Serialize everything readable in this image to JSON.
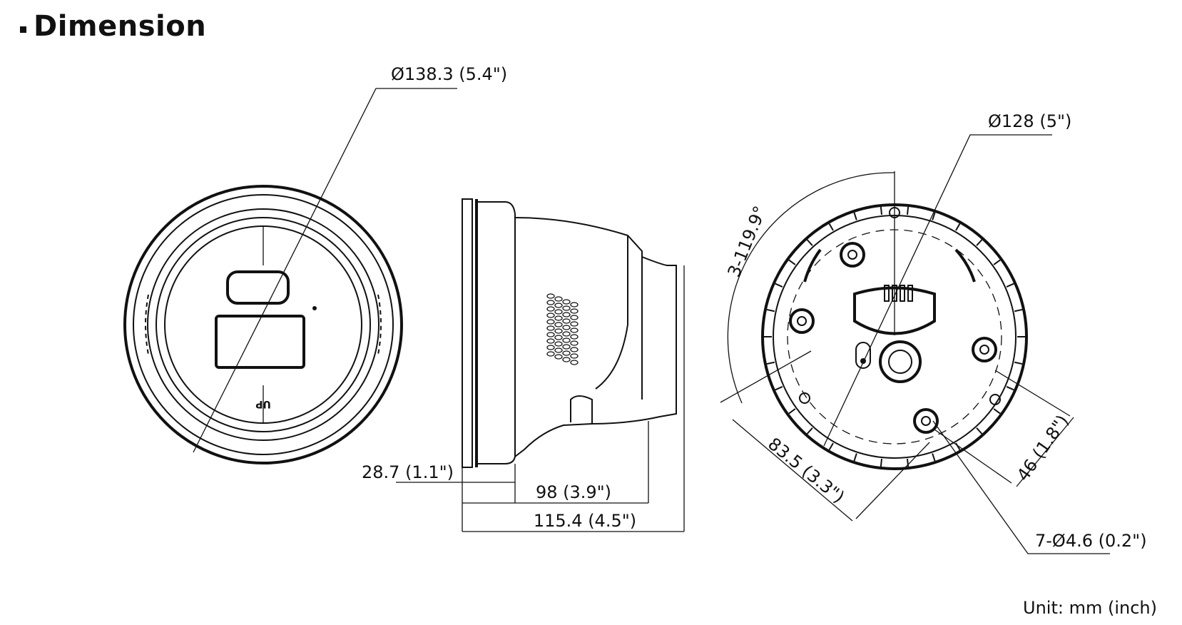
{
  "heading": {
    "title": "Dimension"
  },
  "front_view": {
    "diameter_label": "Ø138.3 (5.4\")",
    "up_mark": "UP"
  },
  "side_view": {
    "base_height_label": "28.7 (1.1\")",
    "body_depth_label": "98 (3.9\")",
    "total_depth_label": "115.4 (4.5\")"
  },
  "base_view": {
    "diameter_label": "Ø128 (5\")",
    "angle_label": "3-119.9°",
    "hole_spacing_label": "83.5 (3.3\")",
    "hole_offset_label": "46 (1.8\")",
    "hole_label": "7-Ø4.6 (0.2\")"
  },
  "unit_note": "Unit: mm (inch)"
}
